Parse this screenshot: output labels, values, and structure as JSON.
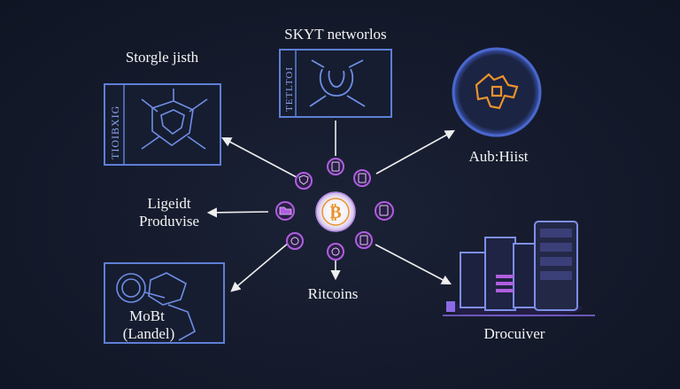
{
  "labels": {
    "top_left": "Storgle jisth",
    "top_center": "SKYT networlos",
    "top_right": "Aub:Hiist",
    "left_line1": "Ligeidt",
    "left_line2": "Produvise",
    "bottom_center": "Ritcoins",
    "bottom_left_line1": "MoBt",
    "bottom_left_line2": "(Landel)",
    "bottom_right": "Drocuiver",
    "box_tl_side": "TIOIBXIG",
    "box_tc_side": "TETLTOI"
  },
  "colors": {
    "background": "#141a2b",
    "panel_border": "#5f7fd6",
    "icon_blue": "#6f8ee6",
    "accent_orange": "#e9922e",
    "node_purple": "#b05ee0",
    "server_purple": "#8b6be6",
    "arrow": "#eeeeee"
  },
  "icons": {
    "hub": "bitcoin-coin-icon",
    "top_left": "shield-network-icon",
    "top_center": "magnet-icon",
    "top_right": "crypto-puzzle-icon",
    "bottom_left": "coin-network-icon",
    "bottom_right": "server-rack-icon",
    "nodes": [
      "document-icon",
      "document-icon",
      "shield-icon",
      "folder-icon",
      "document-icon",
      "coin-icon",
      "coin-icon",
      "document-icon"
    ]
  }
}
